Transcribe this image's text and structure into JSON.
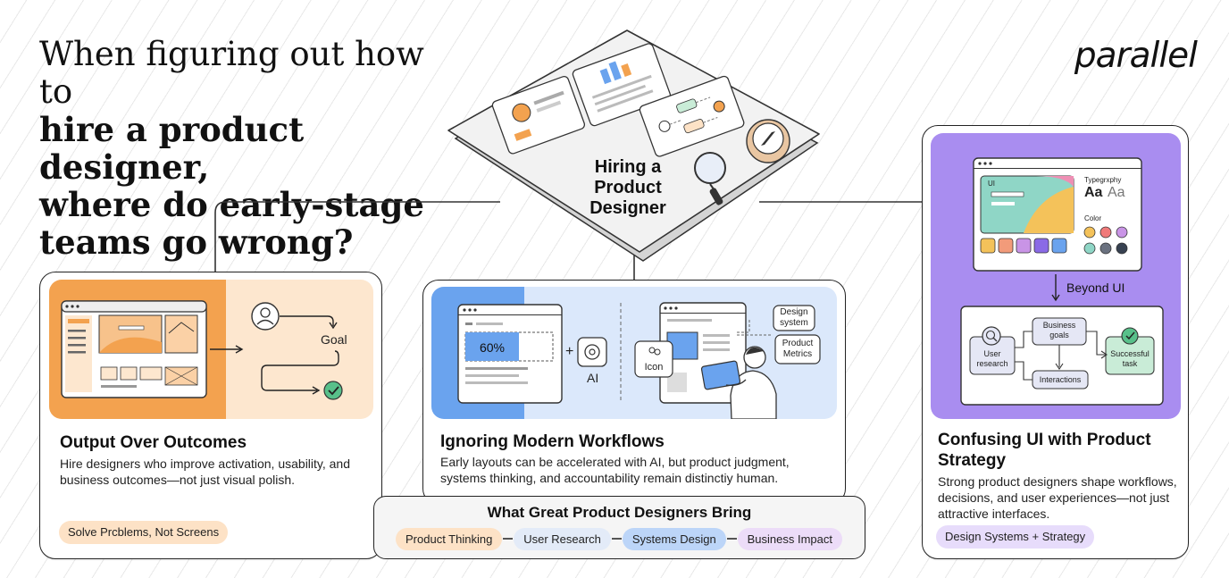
{
  "title": {
    "line1": "When figuring out how to",
    "line2": "hire a product designer,",
    "line3": "where do early-stage",
    "line4": "teams go wrong?"
  },
  "brand": "parallel",
  "hub": {
    "line1": "Hiring a",
    "line2": "Product",
    "line3": "Designer"
  },
  "card1": {
    "goal_label": "Goal",
    "heading": "Output Over Outcomes",
    "description": "Hire designers who improve activation, usability, and business outcomes—not just visual polish.",
    "pill": "Solve Prcblems, Not Screens"
  },
  "card2": {
    "percent": "60%",
    "plus": "+",
    "ai_label": "AI",
    "icon_label": "Icon",
    "design_system": "Design system",
    "product_metrics": "Product Metrics",
    "heading": "Ignoring Modern Workflows",
    "description": "Early layouts can be accelerated with AI, but product judgment, systems thinking, and accountability remain distinctiy human."
  },
  "card3": {
    "ui_label": "UI",
    "typography_label": "Typegrxphy",
    "aa1": "Aa",
    "aa2": "Aa",
    "color_label": "Color",
    "beyond_ui": "Beyond UI",
    "user_research": "User research",
    "business_goals": "Business goals",
    "interactions": "Interactions",
    "successful_task": "Successful task",
    "heading": "Confusing UI with Product Strategy",
    "description": "Strong product designers shape workflows, decisions, and user experiences—not just attractive interfaces.",
    "pill": "Design Systems + Strategy"
  },
  "strip": {
    "title": "What Great Product Designers Bring",
    "chips": [
      "Product Thinking",
      "User Research",
      "Systems Design",
      "Business Impact"
    ]
  },
  "colors": {
    "orange": "#f3a24f",
    "peach": "#fde7cf",
    "blue": "#6aa3ee",
    "light_blue": "#dbe8fb",
    "purple": "#a98df0",
    "green": "#58c08a"
  }
}
